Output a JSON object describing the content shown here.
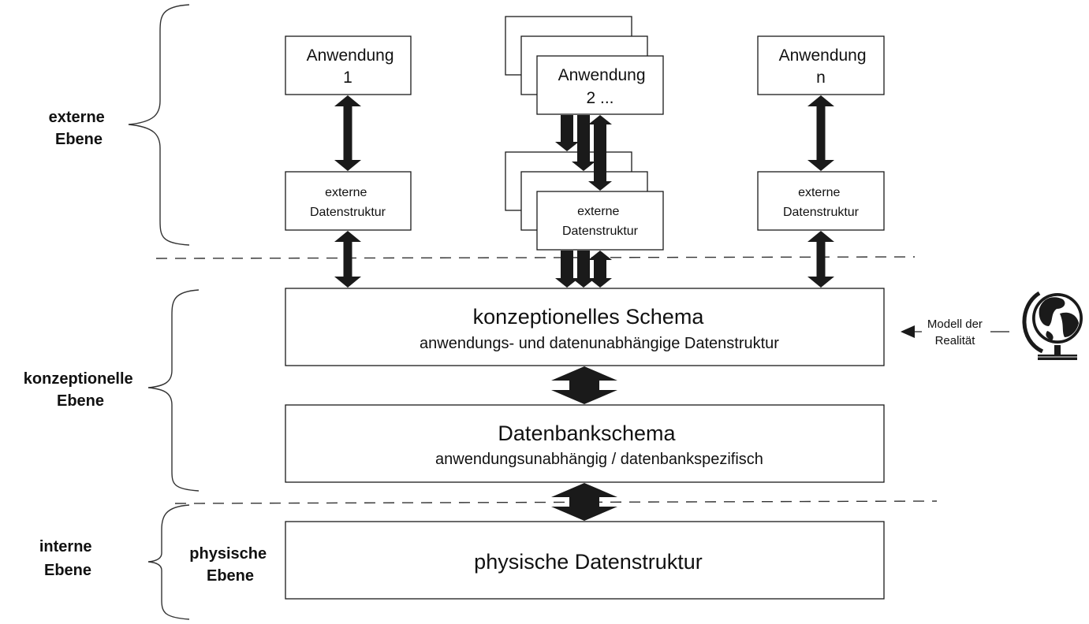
{
  "levels": {
    "external": [
      "externe",
      "Ebene"
    ],
    "conceptual": [
      "konzeptionelle",
      "Ebene"
    ],
    "internal": [
      "interne",
      "Ebene"
    ],
    "physical": [
      "physische",
      "Ebene"
    ]
  },
  "applications": {
    "app1": [
      "Anwendung",
      "1"
    ],
    "app2": [
      "Anwendung",
      "2 ..."
    ],
    "appn": [
      "Anwendung",
      "n"
    ]
  },
  "external_structures": {
    "s1": [
      "externe",
      "Datenstruktur"
    ],
    "s2": [
      "externe",
      "Datenstruktur"
    ],
    "sn": [
      "externe",
      "Datenstruktur"
    ]
  },
  "conceptual_schema": {
    "title": "konzeptionelles Schema",
    "subtitle": "anwendungs- und datenunabhängige Datenstruktur"
  },
  "database_schema": {
    "title": "Datenbankschema",
    "subtitle": "anwendungsunabhängig / datenbankspezifisch"
  },
  "physical_structure": {
    "title": "physische Datenstruktur"
  },
  "reality_model": [
    "Modell der",
    "Realität"
  ],
  "icons": {
    "globe": "globe-icon"
  }
}
